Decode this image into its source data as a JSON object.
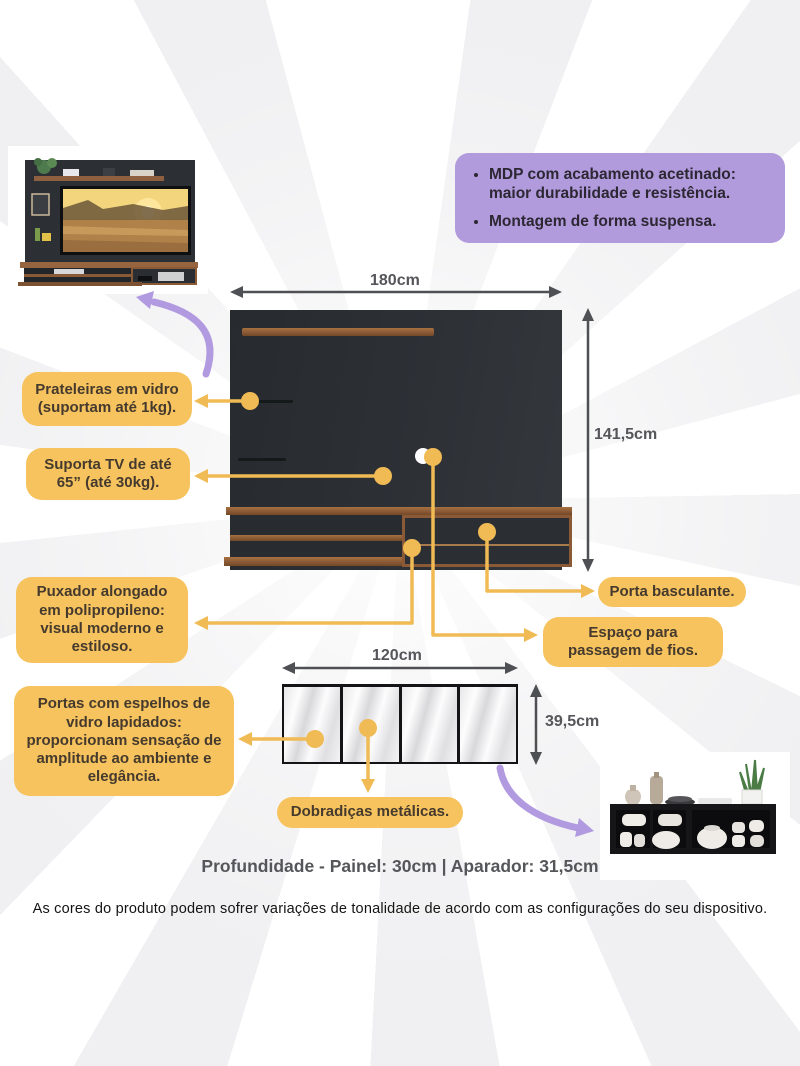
{
  "features_box": {
    "items": [
      "MDP com acabamento acetinado: maior durabilidade e resistência.",
      "Montagem de forma suspensa."
    ]
  },
  "panel_diagram": {
    "width_label": "180cm",
    "height_label": "141,5cm"
  },
  "cabinet_diagram": {
    "width_label": "120cm",
    "height_label": "39,5cm"
  },
  "callouts": {
    "prateleiras": "Prateleiras em vidro (suportam até 1kg).",
    "suporta_tv": "Suporta TV de até 65” (até 30kg).",
    "puxador": "Puxador alongado em polipropileno: visual moderno e estiloso.",
    "portas_espelhos": "Portas com espelhos de vidro lapidados: proporcionam sensação de amplitude ao ambiente e elegância.",
    "porta_basculante": "Porta basculante.",
    "espaco_fios": "Espaço para passagem de fios.",
    "dobradicas": "Dobradiças metálicas."
  },
  "depth_note": "Profundidade - Painel: 30cm | Aparador: 31,5cm",
  "disclaimer": "As cores do produto podem sofrer variações de tonalidade de acordo com as configurações do seu dispositivo.",
  "colors": {
    "accent_yellow": "#f6c35e",
    "accent_purple": "#b19bdc",
    "panel_dark": "#2d3136",
    "wood": "#8a5a36",
    "dimension_gray": "#55565a"
  }
}
